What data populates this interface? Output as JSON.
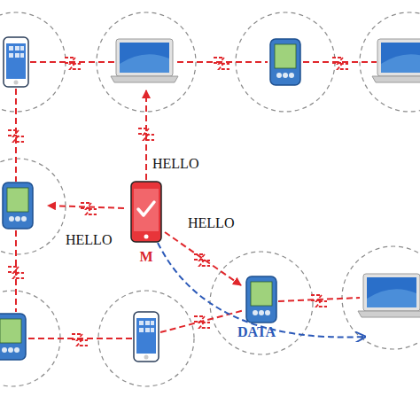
{
  "diagram": {
    "nodes": [
      {
        "text": [
          "M"
        ]
      }
    ],
    "labels": [
      "HELLO",
      "HELLO",
      "HELLO",
      "DATA"
    ]
  }
}
